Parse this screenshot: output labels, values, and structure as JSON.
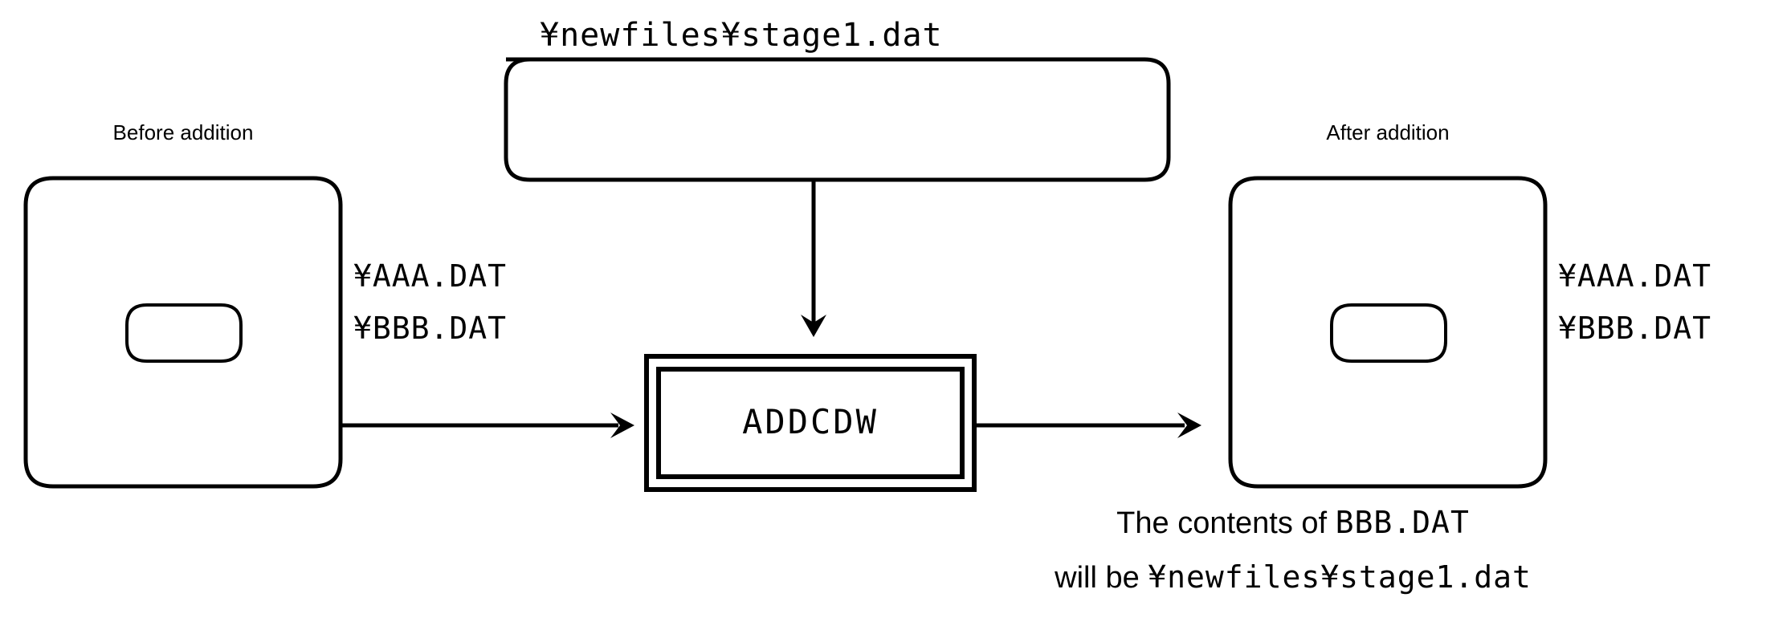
{
  "diagram": {
    "title_top_callout": "¥newfiles¥stage1.dat",
    "before": {
      "caption": "Before addition",
      "icon_name": "disk-storage-icon"
    },
    "after": {
      "caption": "After addition",
      "icon_name": "disk-storage-icon"
    },
    "before_files": [
      "¥AAA.DAT",
      "¥BBB.DAT"
    ],
    "after_files": [
      "¥AAA.DAT",
      "¥BBB.DAT"
    ],
    "process": {
      "label": "ADDCDW"
    },
    "note": {
      "line1_prefix": "The contents of ",
      "line1_mono": "BBB.DAT",
      "line2_prefix": "will be ",
      "line2_mono": "¥newfiles¥stage1.dat"
    },
    "colors": {
      "stroke": "#000000",
      "background": "#ffffff"
    }
  }
}
